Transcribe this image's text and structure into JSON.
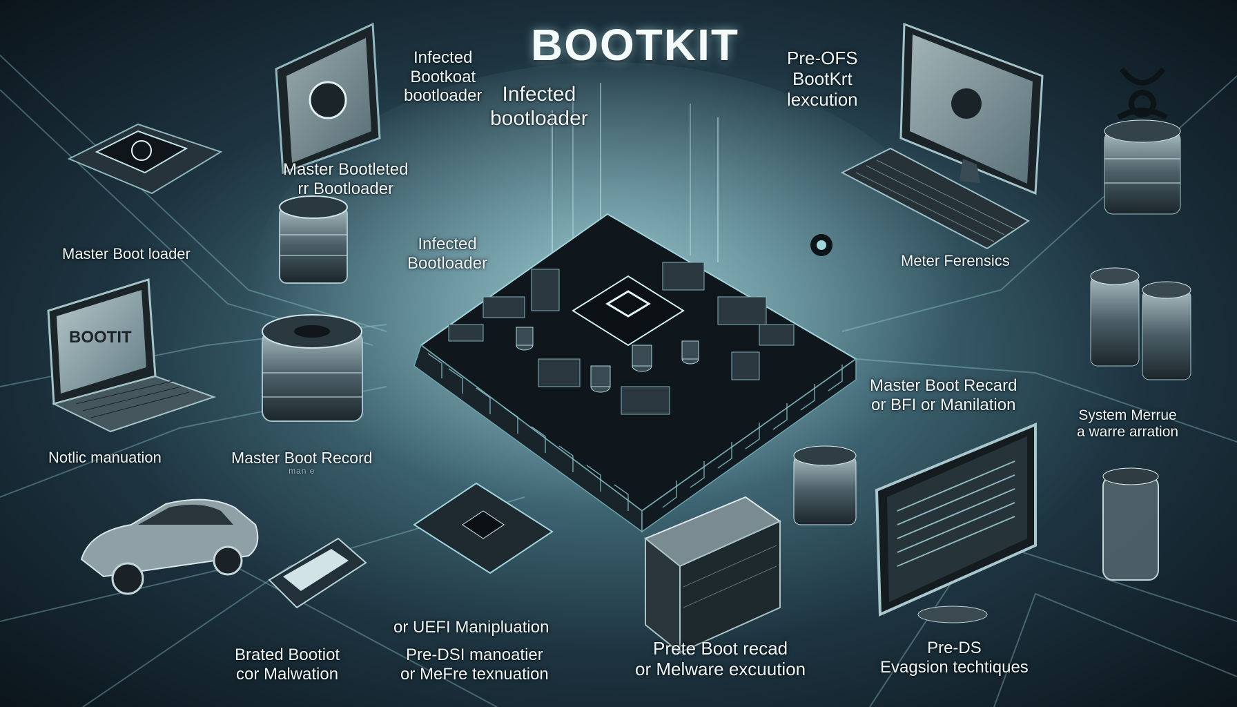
{
  "title": "BOOTKIT",
  "labels": {
    "top_left_a_1": "Infected",
    "top_left_a_2": "Bootkoat",
    "top_left_a_3": "bootloader",
    "top_center_1": "Infected",
    "top_center_2": "bootloader",
    "top_right_1": "Pre-OFS",
    "top_right_2": "BootKrt",
    "top_right_3": "lexcution",
    "mid_left_1": "Master Bootleted",
    "mid_left_2": "rr Bootloader",
    "left_1": "Master Boot loader",
    "center_1": "Infected",
    "center_2": "Bootloader",
    "right_1": "Meter Ferensics",
    "laptop_screen": "BOOTIT",
    "left_bottom_1": "Notlic manuation",
    "center_left_1": "Master Boot Record",
    "center_left_2": "man e",
    "right_mid_1": "Master Boot Recard",
    "right_mid_2": "or BFI or Manilation",
    "far_right_1": "System Merrue",
    "far_right_2": "a warre arration",
    "bottom_center_left_1": "or UEFI Manipluation",
    "bottom_left_1": "Brated Bootiot",
    "bottom_left_2": "cor Malwation",
    "bottom_center_1": "Pre-DSI manoatier",
    "bottom_center_2": "or MeFre texnuation",
    "bottom_right_a_1": "Prete Boot recad",
    "bottom_right_a_2": "or Melware excuution",
    "bottom_right_b_1": "Pre-DS",
    "bottom_right_b_2": "Evagsion techtiques"
  },
  "colors": {
    "accent": "#9fd6dc",
    "board_dark": "#1a2329",
    "board_trace": "#8ec9cf",
    "device_gray": "#6d7f86"
  },
  "icons": [
    "motherboard-icon",
    "chip-icon",
    "monitor-icon",
    "laptop-icon",
    "disk-stack-icon",
    "biohazard-icon",
    "car-icon",
    "server-icon",
    "keyboard-icon",
    "gear-icon"
  ]
}
